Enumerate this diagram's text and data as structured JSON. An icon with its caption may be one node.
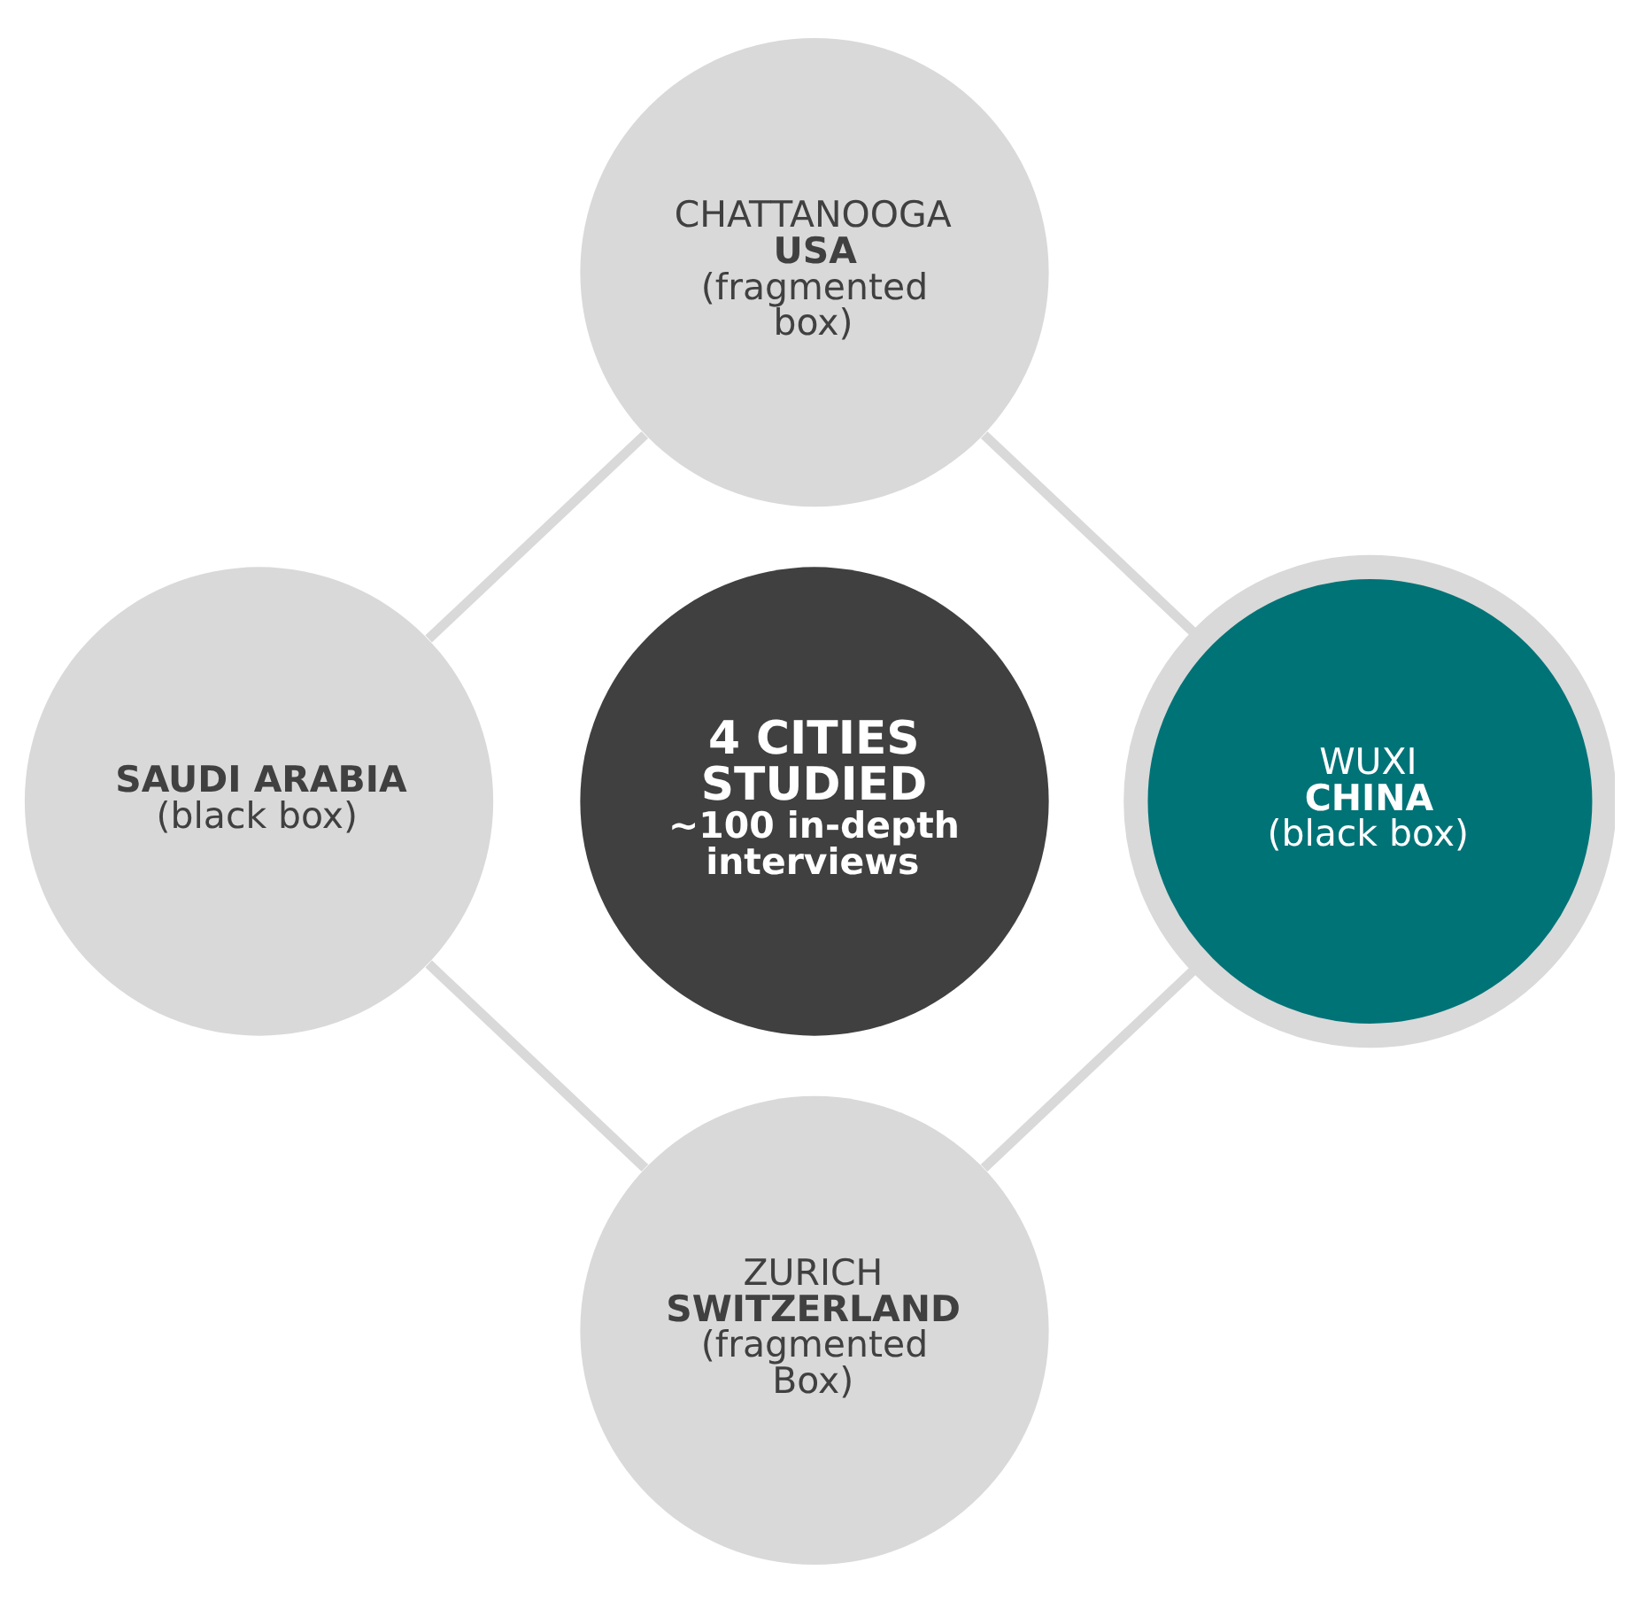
{
  "diagram": {
    "nodes": [
      {
        "text": [
          "CHATTANOOGA",
          "USA",
          "(fragmented box)"
        ]
      },
      {
        "text": [
          "SAUDI ARABIA",
          "(black box)"
        ]
      },
      {
        "text": [
          "4 CITIES STUDIED",
          "~100 in-depth interviews"
        ]
      },
      {
        "text": [
          "WUXI",
          "CHINA",
          "(black box)"
        ]
      },
      {
        "text": [
          "ZURICH",
          "SWITZERLAND",
          "(fragmented Box)"
        ]
      }
    ],
    "edges": [
      {
        "from": 0,
        "to": 3,
        "arrow": "none"
      },
      {
        "from": 3,
        "to": 4,
        "arrow": "none"
      },
      {
        "from": 4,
        "to": 1,
        "arrow": "none"
      },
      {
        "from": 1,
        "to": 0,
        "arrow": "none"
      }
    ]
  }
}
